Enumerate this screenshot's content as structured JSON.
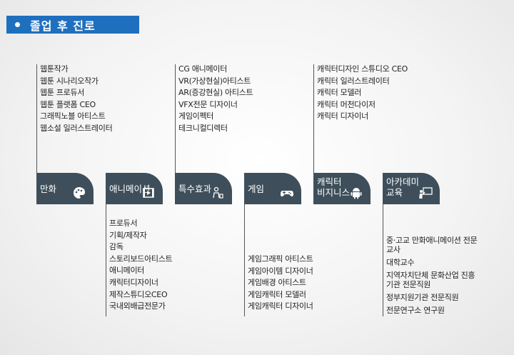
{
  "header": {
    "title": "졸업 후 진로"
  },
  "top_columns": [
    {
      "id": "manhwa",
      "items": [
        "웹툰작가",
        "웹툰 시나리오작가",
        "웹툰 프로듀서",
        "웹툰 플랫폼 CEO",
        "그래픽노블 아티스트",
        "웹소설 일러스트레이터"
      ]
    },
    {
      "id": "vfx",
      "items": [
        "CG 애니메이터",
        "VR(가상현실)아티스트",
        "AR(증강현실) 아티스트",
        "VFX전문 디자이너",
        "게임이펙터",
        "테크니컬디렉터"
      ]
    },
    {
      "id": "character",
      "items": [
        "캐릭터디자인 스튜디오 CEO",
        "캐릭터 일러스트레이터",
        "캐릭터 모델러",
        "캐릭터 머천다이저",
        "캐릭터 디자이너"
      ]
    }
  ],
  "categories": [
    {
      "id": "manhwa",
      "label": "만화",
      "icon": "palette-icon"
    },
    {
      "id": "animation",
      "label": "애니메이션",
      "icon": "film-play-icon"
    },
    {
      "id": "vfx",
      "label": "특수효과",
      "icon": "vr-person-icon"
    },
    {
      "id": "game",
      "label": "게임",
      "icon": "gamepad-icon"
    },
    {
      "id": "character",
      "label": "캐릭터 비지니스",
      "label_line1": "캐릭터",
      "label_line2": "비지니스",
      "icon": "android-icon"
    },
    {
      "id": "academy",
      "label": "아카데미 교육",
      "label_line1": "아카데미",
      "label_line2": "교육",
      "icon": "teacher-board-icon"
    }
  ],
  "bottom_columns": [
    {
      "id": "animation",
      "items": [
        "프로듀서",
        "기획/제작자",
        "감독",
        "스토리보드아티스트",
        "애니메이터",
        "캐릭터디자이너",
        "제작스튜디오CEO",
        "국내외배급전문가"
      ]
    },
    {
      "id": "game",
      "items": [
        "게임그래픽 아티스트",
        "게임아이템 디자이너",
        "게임배경 아티스트",
        "게임캐릭터 모델러",
        "게임캐릭터 디자이너"
      ]
    },
    {
      "id": "academy",
      "items": [
        "중·고교 만화애니메이션 전문교사",
        "대학교수",
        "지역자치단체 문화산업 진흥기관 전문직원",
        "정부지원기관 전문직원",
        "전문연구소 연구원"
      ]
    }
  ],
  "colors": {
    "title_bar": "#1f6fbf",
    "tab": "#3e4f5b",
    "line": "#555555"
  }
}
